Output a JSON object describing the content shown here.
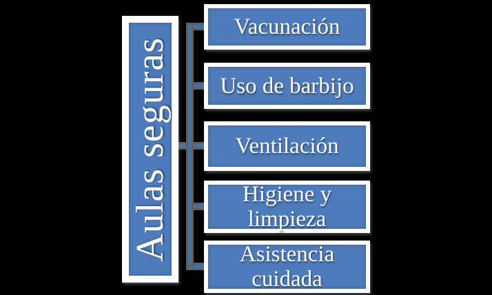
{
  "diagram": {
    "type": "hierarchy-smartart",
    "root": {
      "label": "Aulas seguras"
    },
    "items": [
      {
        "label": "Vacunación"
      },
      {
        "label": "Uso de barbijo"
      },
      {
        "label": "Ventilación"
      },
      {
        "label": "Higiene y limpieza"
      },
      {
        "label": "Asistencia cuidada"
      }
    ],
    "colors": {
      "background": "#000000",
      "box_fill": "#4d7bbb",
      "box_border": "#fbfdfe",
      "connector": "#4471a7",
      "connector_shadow": "#5c6063",
      "text": "#fdfeff"
    }
  }
}
